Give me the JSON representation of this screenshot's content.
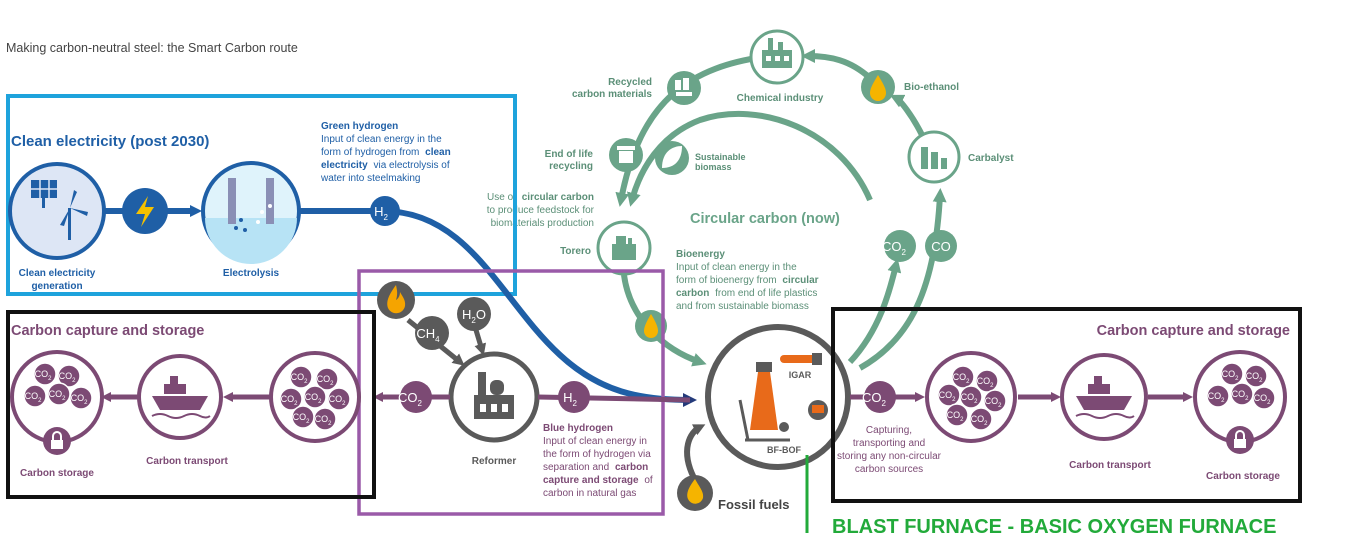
{
  "page_title": "Making carbon-neutral steel: the Smart Carbon route",
  "colors": {
    "clean_box": "#1ea3dc",
    "blue_dark": "#1f5fa6",
    "purple": "#7c4a74",
    "reformer_box": "#9a5aa8",
    "green": "#6aa489",
    "black": "#111111",
    "annotation_green": "#22aa3a",
    "furnace_grey": "#5a5a5a"
  },
  "clean_electricity": {
    "title": "Clean electricity (post 2030)",
    "generation_label_1": "Clean electricity",
    "generation_label_2": "generation",
    "electrolysis_label": "Electrolysis",
    "green_hydrogen_title": "Green hydrogen",
    "green_hydrogen_lines": [
      "Input of clean energy in the",
      "form of hydrogen from",
      "electricity via electrolysis of",
      "water into steelmaking"
    ],
    "green_hydrogen_bold_1": "clean",
    "green_hydrogen_bold_2": "electricity"
  },
  "ccs_left": {
    "title": "Carbon capture and storage",
    "storage_label": "Carbon storage",
    "transport_label": "Carbon transport"
  },
  "ccs_right": {
    "title": "Carbon capture and storage",
    "transport_label": "Carbon transport",
    "storage_label": "Carbon storage",
    "capture_lines": [
      "Capturing,",
      "transporting and",
      "storing any non-circular",
      "carbon sources"
    ]
  },
  "reformer": {
    "label": "Reformer",
    "blue_hydrogen_title": "Blue hydrogen",
    "blue_hydrogen_line_1": "Input of clean energy in",
    "blue_hydrogen_line_2": "the form of hydrogen via",
    "blue_hydrogen_line_3a": "separation and",
    "blue_hydrogen_line_3b": "carbon",
    "blue_hydrogen_line_4a": "capture and storage",
    "blue_hydrogen_line_4b": "of",
    "blue_hydrogen_line_5": "carbon in natural gas"
  },
  "furnace": {
    "igar_label": "IGAR",
    "bf_bof_label": "BF-BOF",
    "fossil_fuels_label": "Fossil fuels",
    "annotation": "BLAST FURNACE - BASIC OXYGEN FURNACE"
  },
  "circular": {
    "title": "Circular carbon (now)",
    "recycled_1": "Recycled",
    "recycled_2": "carbon materials",
    "chemical_industry": "Chemical industry",
    "bio_ethanol": "Bio-ethanol",
    "end_of_life_1": "End of life",
    "end_of_life_2": "recycling",
    "sustainable_1": "Sustainable",
    "sustainable_2": "biomass",
    "carbalyst": "Carbalyst",
    "use_line_1a": "Use of",
    "use_line_1b": "circular carbon",
    "use_line_2": "to produce feedstock for",
    "use_line_3": "biomaterials production",
    "torero": "Torero",
    "bioenergy_title": "Bioenergy",
    "bioenergy_line_1": "Input of clean energy in the",
    "bioenergy_line_2a": "form of bioenergy from",
    "bioenergy_line_2b": "circular",
    "bioenergy_line_3a": "carbon",
    "bioenergy_line_3b": "from end of life plastics",
    "bioenergy_line_4": "and from sustainable biomass"
  },
  "chemicals": {
    "co2_main": "CO",
    "co2_sub": "2",
    "h2_main": "H",
    "h2_sub": "2",
    "ch4_main": "CH",
    "ch4_sub": "4",
    "h2o_main": "H",
    "h2o_sub": "2",
    "h2o_tail": "O",
    "co": "CO"
  }
}
